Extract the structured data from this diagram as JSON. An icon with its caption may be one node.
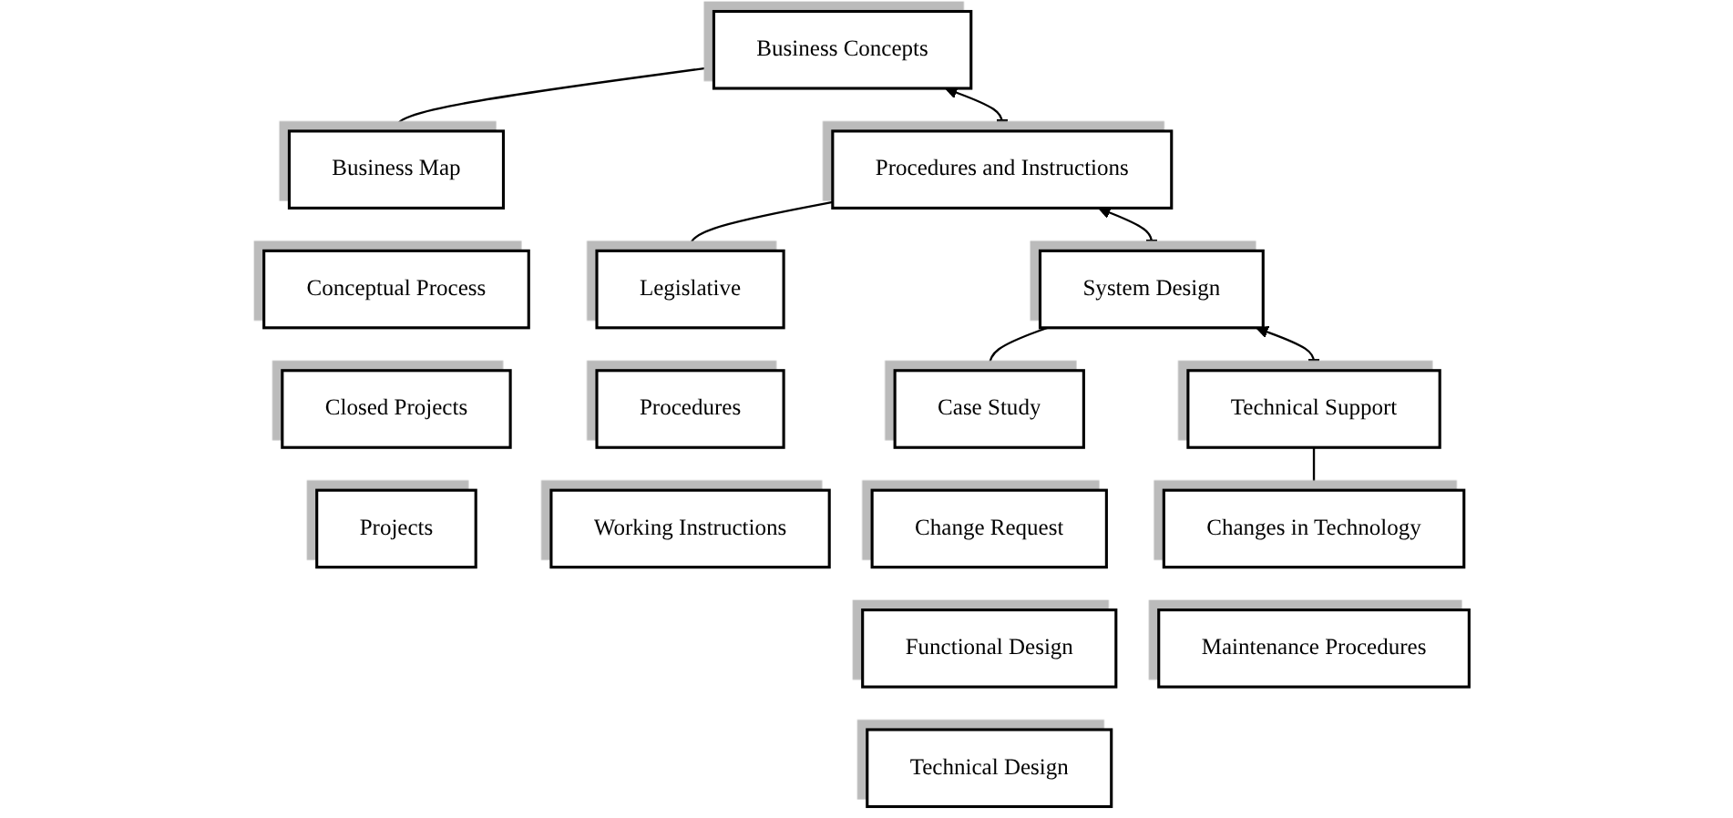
{
  "diagram": {
    "nodes": [
      {
        "text": [
          "Business Concepts"
        ]
      },
      {
        "text": [
          "Business Map"
        ]
      },
      {
        "text": [
          "Conceptual Process"
        ]
      },
      {
        "text": [
          "Closed Projects"
        ]
      },
      {
        "text": [
          "Projects"
        ]
      },
      {
        "text": [
          "Procedures and Instructions"
        ]
      },
      {
        "text": [
          "Legislative"
        ]
      },
      {
        "text": [
          "Procedures"
        ]
      },
      {
        "text": [
          "Working Instructions"
        ]
      },
      {
        "text": [
          "System Design"
        ]
      },
      {
        "text": [
          "Case Study"
        ]
      },
      {
        "text": [
          "Change Request"
        ]
      },
      {
        "text": [
          "Functional Design"
        ]
      },
      {
        "text": [
          "Technical Design"
        ]
      },
      {
        "text": [
          "Technical Support"
        ]
      },
      {
        "text": [
          "Changes in Technology"
        ]
      },
      {
        "text": [
          "Maintenance Procedures"
        ]
      }
    ],
    "edges": [
      {
        "from": 0,
        "to": 5,
        "arrow": "both"
      },
      {
        "from": 5,
        "to": 9,
        "arrow": "both"
      },
      {
        "from": 9,
        "to": 14,
        "arrow": "both"
      },
      {
        "from": 0,
        "to": 1,
        "arrow": "none"
      },
      {
        "from": 5,
        "to": 6,
        "arrow": "none"
      },
      {
        "from": 9,
        "to": 10,
        "arrow": "none"
      },
      {
        "from": 14,
        "to": 15,
        "arrow": "none"
      }
    ]
  }
}
